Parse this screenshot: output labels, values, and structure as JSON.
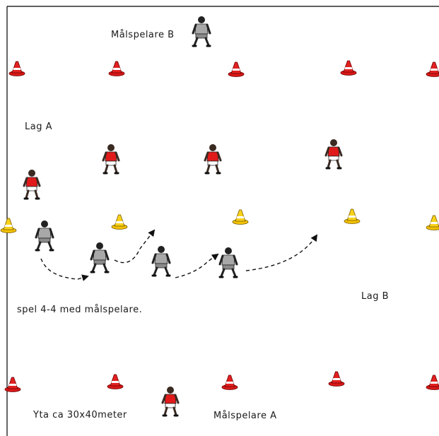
{
  "labels": {
    "malspelare_b": "Målspelare B",
    "lag_a": "Lag A",
    "lag_b": "Lag B",
    "spel": "spel 4-4 med målspelare.",
    "yta": "Yta ca 30x40meter",
    "malspelare_a": "Målspelare A"
  },
  "colors": {
    "red_cone": "#d81818",
    "yellow_cone": "#f2c200",
    "red_shirt": "#e01a1a",
    "grey_shirt": "#a8a8a8",
    "field_line": "#000000"
  },
  "icons": {
    "cone": "training-cone-icon",
    "player": "player-figure-icon",
    "pass": "dashed-arrow-icon"
  }
}
